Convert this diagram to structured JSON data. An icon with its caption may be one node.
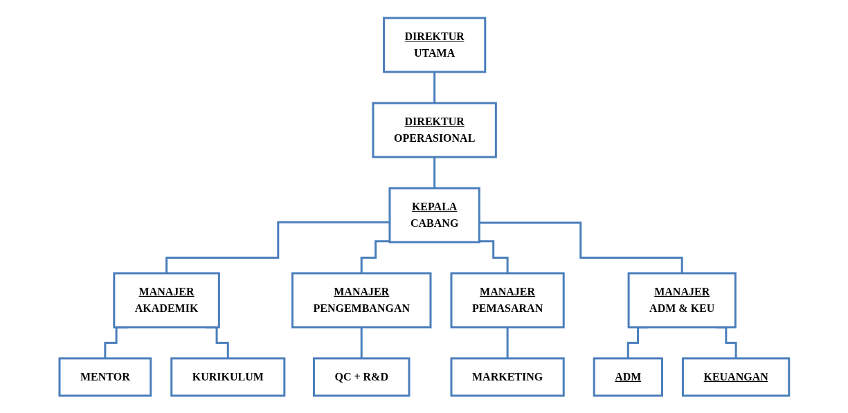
{
  "diagram": {
    "nodes": [
      {
        "text": [
          "DIREKTUR",
          "UTAMA"
        ]
      },
      {
        "text": [
          "DIREKTUR",
          "OPERASIONAL"
        ]
      },
      {
        "text": [
          "KEPALA",
          "CABANG"
        ]
      },
      {
        "text": [
          "MANAJER",
          "AKADEMIK"
        ]
      },
      {
        "text": [
          "MANAJER",
          "PENGEMBANGAN"
        ]
      },
      {
        "text": [
          "MANAJER",
          "PEMASARAN"
        ]
      },
      {
        "text": [
          "MANAJER",
          "ADM & KEU"
        ]
      },
      {
        "text": [
          "MENTOR"
        ]
      },
      {
        "text": [
          "KURIKULUM"
        ]
      },
      {
        "text": [
          "QC + R&D"
        ]
      },
      {
        "text": [
          "MARKETING"
        ]
      },
      {
        "text": [
          "ADM"
        ]
      },
      {
        "text": [
          "KEUANGAN"
        ]
      }
    ],
    "edges": [
      {
        "from": 0,
        "to": 1,
        "arrow": "none"
      },
      {
        "from": 1,
        "to": 2,
        "arrow": "none"
      },
      {
        "from": 2,
        "to": 3,
        "arrow": "none"
      },
      {
        "from": 2,
        "to": 4,
        "arrow": "none"
      },
      {
        "from": 2,
        "to": 5,
        "arrow": "none"
      },
      {
        "from": 2,
        "to": 6,
        "arrow": "none"
      },
      {
        "from": 3,
        "to": 7,
        "arrow": "none"
      },
      {
        "from": 3,
        "to": 8,
        "arrow": "none"
      },
      {
        "from": 4,
        "to": 9,
        "arrow": "none"
      },
      {
        "from": 5,
        "to": 10,
        "arrow": "none"
      },
      {
        "from": 6,
        "to": 11,
        "arrow": "none"
      },
      {
        "from": 6,
        "to": 12,
        "arrow": "none"
      }
    ]
  }
}
